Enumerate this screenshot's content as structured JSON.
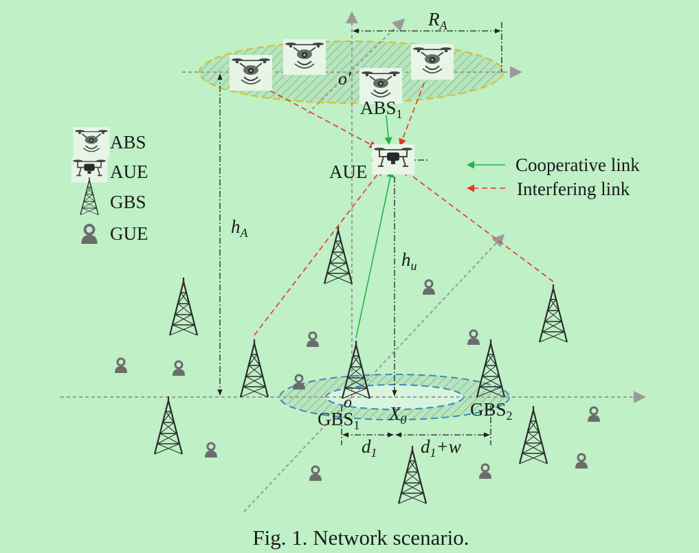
{
  "legend": {
    "abs": "ABS",
    "aue": "AUE",
    "gbs": "GBS",
    "gue": "GUE",
    "cooperative": "Cooperative link",
    "interfering": "Interfering link"
  },
  "labels": {
    "ra_main": "R",
    "ra_sub": "A",
    "oprime": "o′",
    "abs1_main": "ABS",
    "abs1_sub": "1",
    "aue": "AUE",
    "ha_main": "h",
    "ha_sub": "A",
    "hu_main": "h",
    "hu_sub": "u",
    "origin": "o",
    "gbs1_main": "GBS",
    "gbs1_sub": "1",
    "x0_main": "X",
    "x0_sub": "0",
    "gbs2_main": "GBS",
    "gbs2_sub": "2",
    "d1_main": "d",
    "d1_sub": "1",
    "d1w_main": "d",
    "d1w_sub": "1",
    "d1w_tail": "+w"
  },
  "caption": "Fig. 1. Network scenario.",
  "colors": {
    "background": "#bff0c6",
    "cooperative_link": "#1fb44a",
    "interfering_link": "#e8342a",
    "abs_disk": "#e2b81c",
    "gbs_disk": "#3a86c4",
    "axis": "#9a9a9a"
  }
}
